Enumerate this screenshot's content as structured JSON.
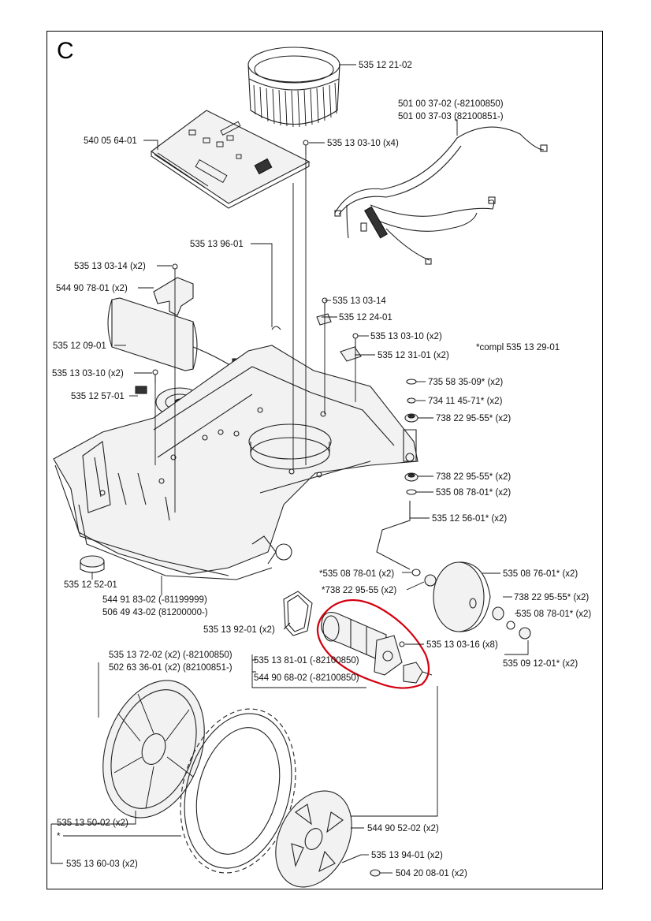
{
  "section": "C",
  "highlight_color": "#d4000f",
  "note": "*compl 535 13 29-01",
  "labels": [
    {
      "id": "l01",
      "text": "535 12 21-02"
    },
    {
      "id": "l02",
      "text": "501 00 37-02 (-82100850)"
    },
    {
      "id": "l03",
      "text": "501 00 37-03 (82100851-)"
    },
    {
      "id": "l04",
      "text": "540 05 64-01"
    },
    {
      "id": "l05",
      "text": "535 13 03-10 (x4)"
    },
    {
      "id": "l06",
      "text": "535 13 96-01"
    },
    {
      "id": "l07",
      "text": "535 13 03-14 (x2)"
    },
    {
      "id": "l08",
      "text": "544 90 78-01 (x2)"
    },
    {
      "id": "l09",
      "text": "535 13 03-14"
    },
    {
      "id": "l10",
      "text": "535 12 24-01"
    },
    {
      "id": "l11",
      "text": "535 12 09-01"
    },
    {
      "id": "l12",
      "text": "535 13 03-10 (x2)"
    },
    {
      "id": "l13",
      "text": "535 12 31-01 (x2)"
    },
    {
      "id": "l14",
      "text": "535 13 03-10 (x2)"
    },
    {
      "id": "l15",
      "text": "535 12 57-01"
    },
    {
      "id": "l16",
      "text": "735 58 35-09* (x2)"
    },
    {
      "id": "l17",
      "text": "734 11 45-71* (x2)"
    },
    {
      "id": "l18",
      "text": "738 22 95-55* (x2)"
    },
    {
      "id": "l19",
      "text": "738 22 95-55* (x2)"
    },
    {
      "id": "l20",
      "text": "535 08 78-01* (x2)"
    },
    {
      "id": "l21",
      "text": "535 12 56-01* (x2)"
    },
    {
      "id": "l22",
      "text": "535 12 52-01"
    },
    {
      "id": "l23",
      "text": "*535 08 78-01 (x2)"
    },
    {
      "id": "l24",
      "text": "*738 22 95-55 (x2)"
    },
    {
      "id": "l25",
      "text": "535 08 76-01* (x2)"
    },
    {
      "id": "l26",
      "text": "738 22 95-55* (x2)"
    },
    {
      "id": "l27",
      "text": "535 08 78-01* (x2)"
    },
    {
      "id": "l28",
      "text": "544 91 83-02 (-81199999)"
    },
    {
      "id": "l29",
      "text": "506 49 43-02 (81200000-)"
    },
    {
      "id": "l30",
      "text": "535 13 92-01 (x2)"
    },
    {
      "id": "l31",
      "text": "535 13 03-16 (x8)"
    },
    {
      "id": "l32",
      "text": "535 09 12-01* (x2)"
    },
    {
      "id": "l33",
      "text": "535 13 72-02 (x2) (-82100850)"
    },
    {
      "id": "l34",
      "text": "502 63 36-01 (x2) (82100851-)"
    },
    {
      "id": "l35",
      "text": "535 13 81-01 (-82100850)"
    },
    {
      "id": "l36",
      "text": "544 90 68-02 (-82100850)"
    },
    {
      "id": "l37",
      "text": "535 13 50-02 (x2)"
    },
    {
      "id": "l38",
      "text": "*"
    },
    {
      "id": "l39",
      "text": "535 13 60-03 (x2)"
    },
    {
      "id": "l40",
      "text": "544 90 52-02 (x2)"
    },
    {
      "id": "l41",
      "text": "535 13 94-01 (x2)"
    },
    {
      "id": "l42",
      "text": "504 20 08-01 (x2)"
    }
  ]
}
